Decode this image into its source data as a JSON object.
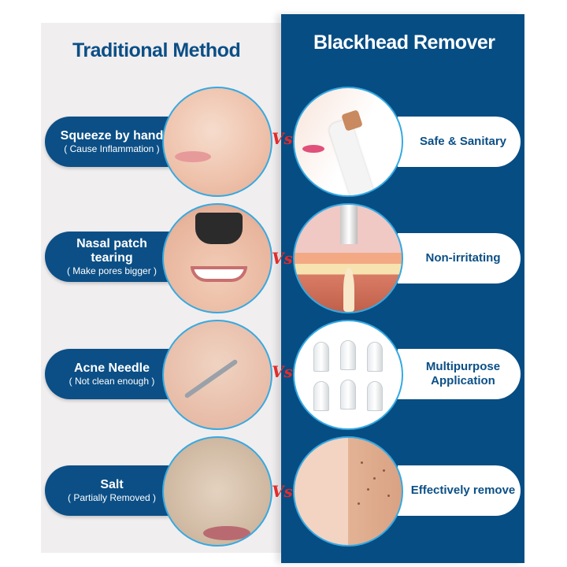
{
  "left_panel": {
    "title": "Traditional Method",
    "items": [
      {
        "main": "Squeeze by hand",
        "sub": "( Cause Inflammation )",
        "image": "finger-pressing-nose-photo"
      },
      {
        "main": "Nasal patch tearing",
        "sub": "( Make pores bigger )",
        "image": "nasal-strip-photo"
      },
      {
        "main": "Acne Needle",
        "sub": "( Not clean enough )",
        "image": "acne-needle-photo"
      },
      {
        "main": "Salt",
        "sub": "( Partially Removed )",
        "image": "salt-scrub-photo"
      }
    ]
  },
  "right_panel": {
    "title": "Blackhead Remover",
    "items": [
      {
        "label": "Safe & Sanitary",
        "image": "device-on-nose-photo"
      },
      {
        "label": "Non-irritating",
        "image": "pore-suction-illustration"
      },
      {
        "label": "Multipurpose Application",
        "image": "six-nozzle-heads-photo"
      },
      {
        "label": "Effectively remove",
        "image": "before-after-nose-photo"
      }
    ]
  },
  "vs_label": "Vs",
  "colors": {
    "brand_blue": "#064d84",
    "text_blue": "#0b4f86",
    "left_bg": "#f1eeef",
    "circle_border": "#36a9e1",
    "vs_red": "#e22b2b"
  }
}
